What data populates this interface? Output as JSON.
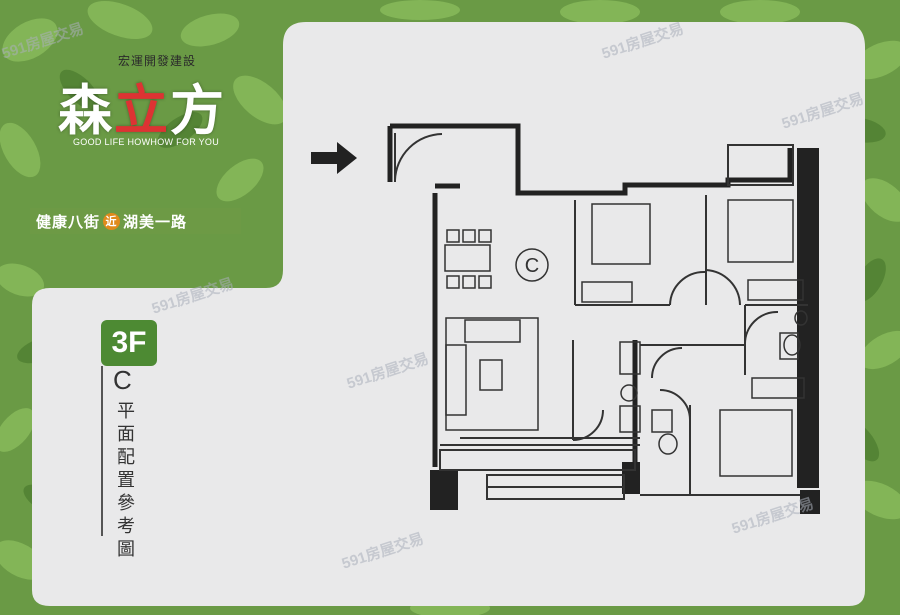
{
  "developer": "宏運開發建設",
  "brand": {
    "name_part1": "森",
    "name_part2": "立",
    "name_part3": "方"
  },
  "slogan": "GOOD LIFE HOWHOW FOR YOU",
  "location": {
    "street1": "健康八街",
    "near": "近",
    "street2": "湖美一路"
  },
  "floor": "3F",
  "unit_letter": "C",
  "plan_title": "平面配置參考圖",
  "plan_unit_mark": "C",
  "watermark": "591房屋交易",
  "colors": {
    "accent_green": "#4d8a33",
    "card": "#e9e9ea",
    "near_badge": "#e08a1b"
  }
}
